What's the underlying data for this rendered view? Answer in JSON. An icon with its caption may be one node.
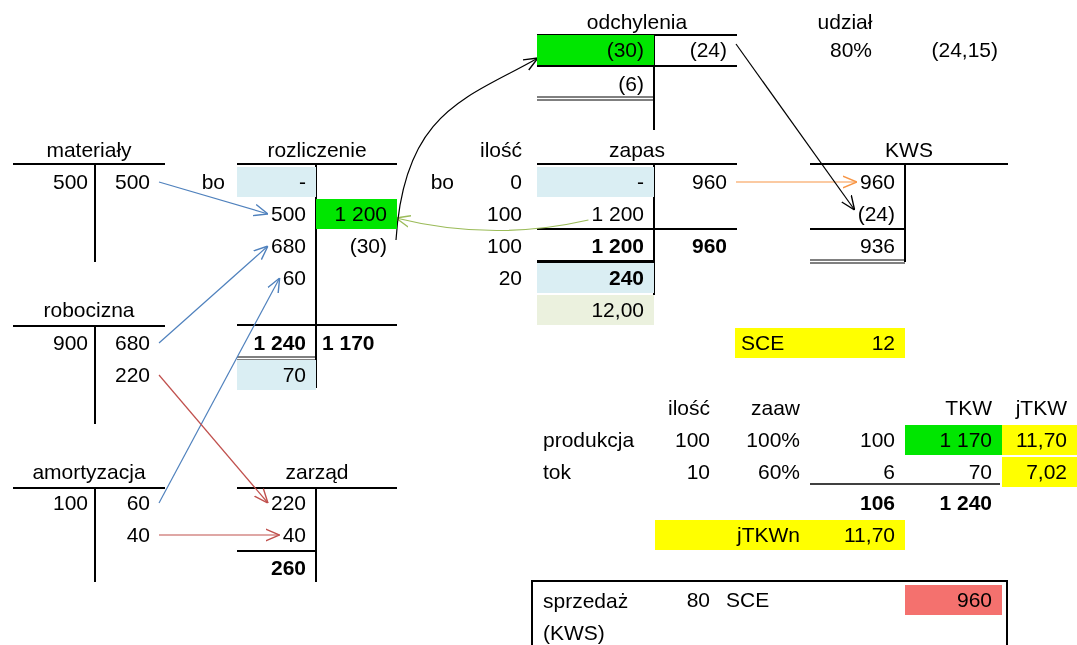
{
  "diagram": {
    "nodes": [
      {
        "text": [
          "(30)"
        ]
      },
      {
        "text": [
          "(24)"
        ]
      },
      {
        "text": [
          "500"
        ]
      },
      {
        "text": [
          "960"
        ]
      },
      {
        "text": [
          "960"
        ]
      },
      {
        "text": [
          "500"
        ]
      },
      {
        "text": [
          "1 200"
        ]
      },
      {
        "text": [
          "1 200"
        ]
      },
      {
        "text": [
          "(24)"
        ]
      },
      {
        "text": [
          "680"
        ]
      },
      {
        "text": [
          "(30)"
        ]
      },
      {
        "text": [
          "60"
        ]
      },
      {
        "text": [
          "680"
        ]
      },
      {
        "text": [
          "220"
        ]
      },
      {
        "text": [
          "60"
        ]
      },
      {
        "text": [
          "220"
        ]
      },
      {
        "text": [
          "40"
        ]
      },
      {
        "text": [
          "40"
        ]
      }
    ],
    "edges": [
      {
        "from": 2,
        "to": 5,
        "arrow": "to"
      },
      {
        "from": 12,
        "to": 9,
        "arrow": "to"
      },
      {
        "from": 14,
        "to": 11,
        "arrow": "to"
      },
      {
        "from": 13,
        "to": 15,
        "arrow": "to",
        "color": "#c0504d"
      },
      {
        "from": 16,
        "to": 17,
        "arrow": "to",
        "color": "#c0504d"
      },
      {
        "from": 7,
        "to": 6,
        "arrow": "to",
        "color": "#9bbb59"
      },
      {
        "from": 10,
        "to": 0,
        "arrow": "to",
        "color": "#000000"
      },
      {
        "from": 3,
        "to": 4,
        "arrow": "to",
        "color": "#f79646"
      },
      {
        "from": 1,
        "to": 8,
        "arrow": "to",
        "color": "#000000"
      }
    ],
    "labels": [
      "odchylenia",
      "udział",
      "80%",
      "(24,15)",
      "(6)",
      "materiały",
      "rozliczenie",
      "ilość",
      "zapas",
      "KWS",
      "500",
      "bo",
      "-",
      "bo",
      "0",
      "-",
      "100",
      "100",
      "1 200",
      "960",
      "936",
      "20",
      "240",
      "robocizna",
      "12,00",
      "900",
      "1 240",
      "1 170",
      "SCE",
      "12",
      "70",
      "ilość",
      "zaaw",
      "TKW",
      "jTKW",
      "produkcja",
      "100",
      "100%",
      "100",
      "1 170",
      "11,70",
      "amortyzacja",
      "zarząd",
      "tok",
      "10",
      "60%",
      "6",
      "70",
      "7,02",
      "100",
      "106",
      "1 240",
      "jTKWn",
      "11,70",
      "260",
      "sprzedaż (KWS)",
      "80",
      "SCE",
      "960"
    ]
  }
}
